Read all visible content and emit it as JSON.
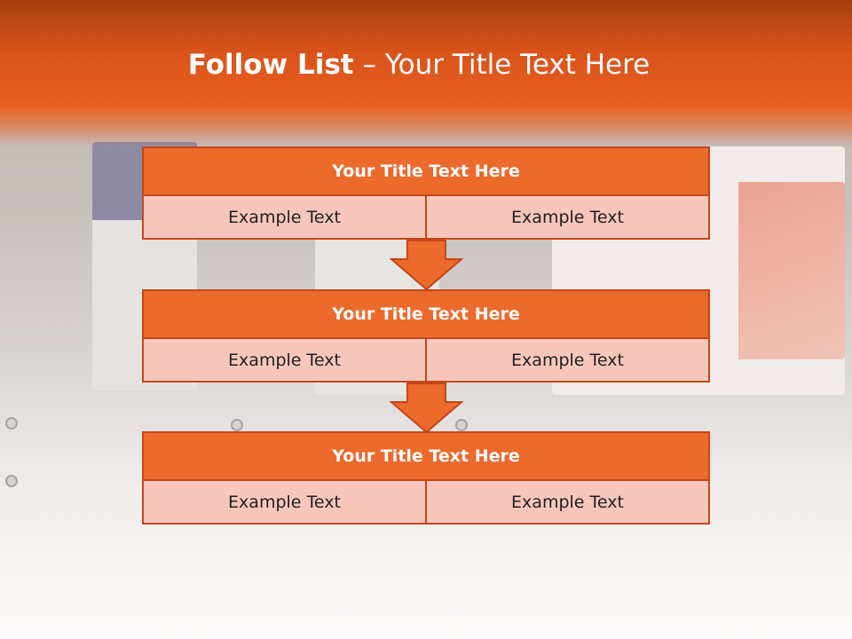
{
  "slide": {
    "title_bold": "Follow List",
    "title_rest": " – Your Title Text Here"
  },
  "steps": [
    {
      "title": "Your Title Text Here",
      "cells": [
        "Example Text",
        "Example Text"
      ]
    },
    {
      "title": "Your Title Text Here",
      "cells": [
        "Example Text",
        "Example Text"
      ]
    },
    {
      "title": "Your Title Text Here",
      "cells": [
        "Example Text",
        "Example Text"
      ]
    }
  ],
  "colors": {
    "header_orange": "#ea5f22",
    "box_orange": "#ec6a2c",
    "box_border": "#c4471a",
    "cell_pink": "#f8c6bb"
  }
}
